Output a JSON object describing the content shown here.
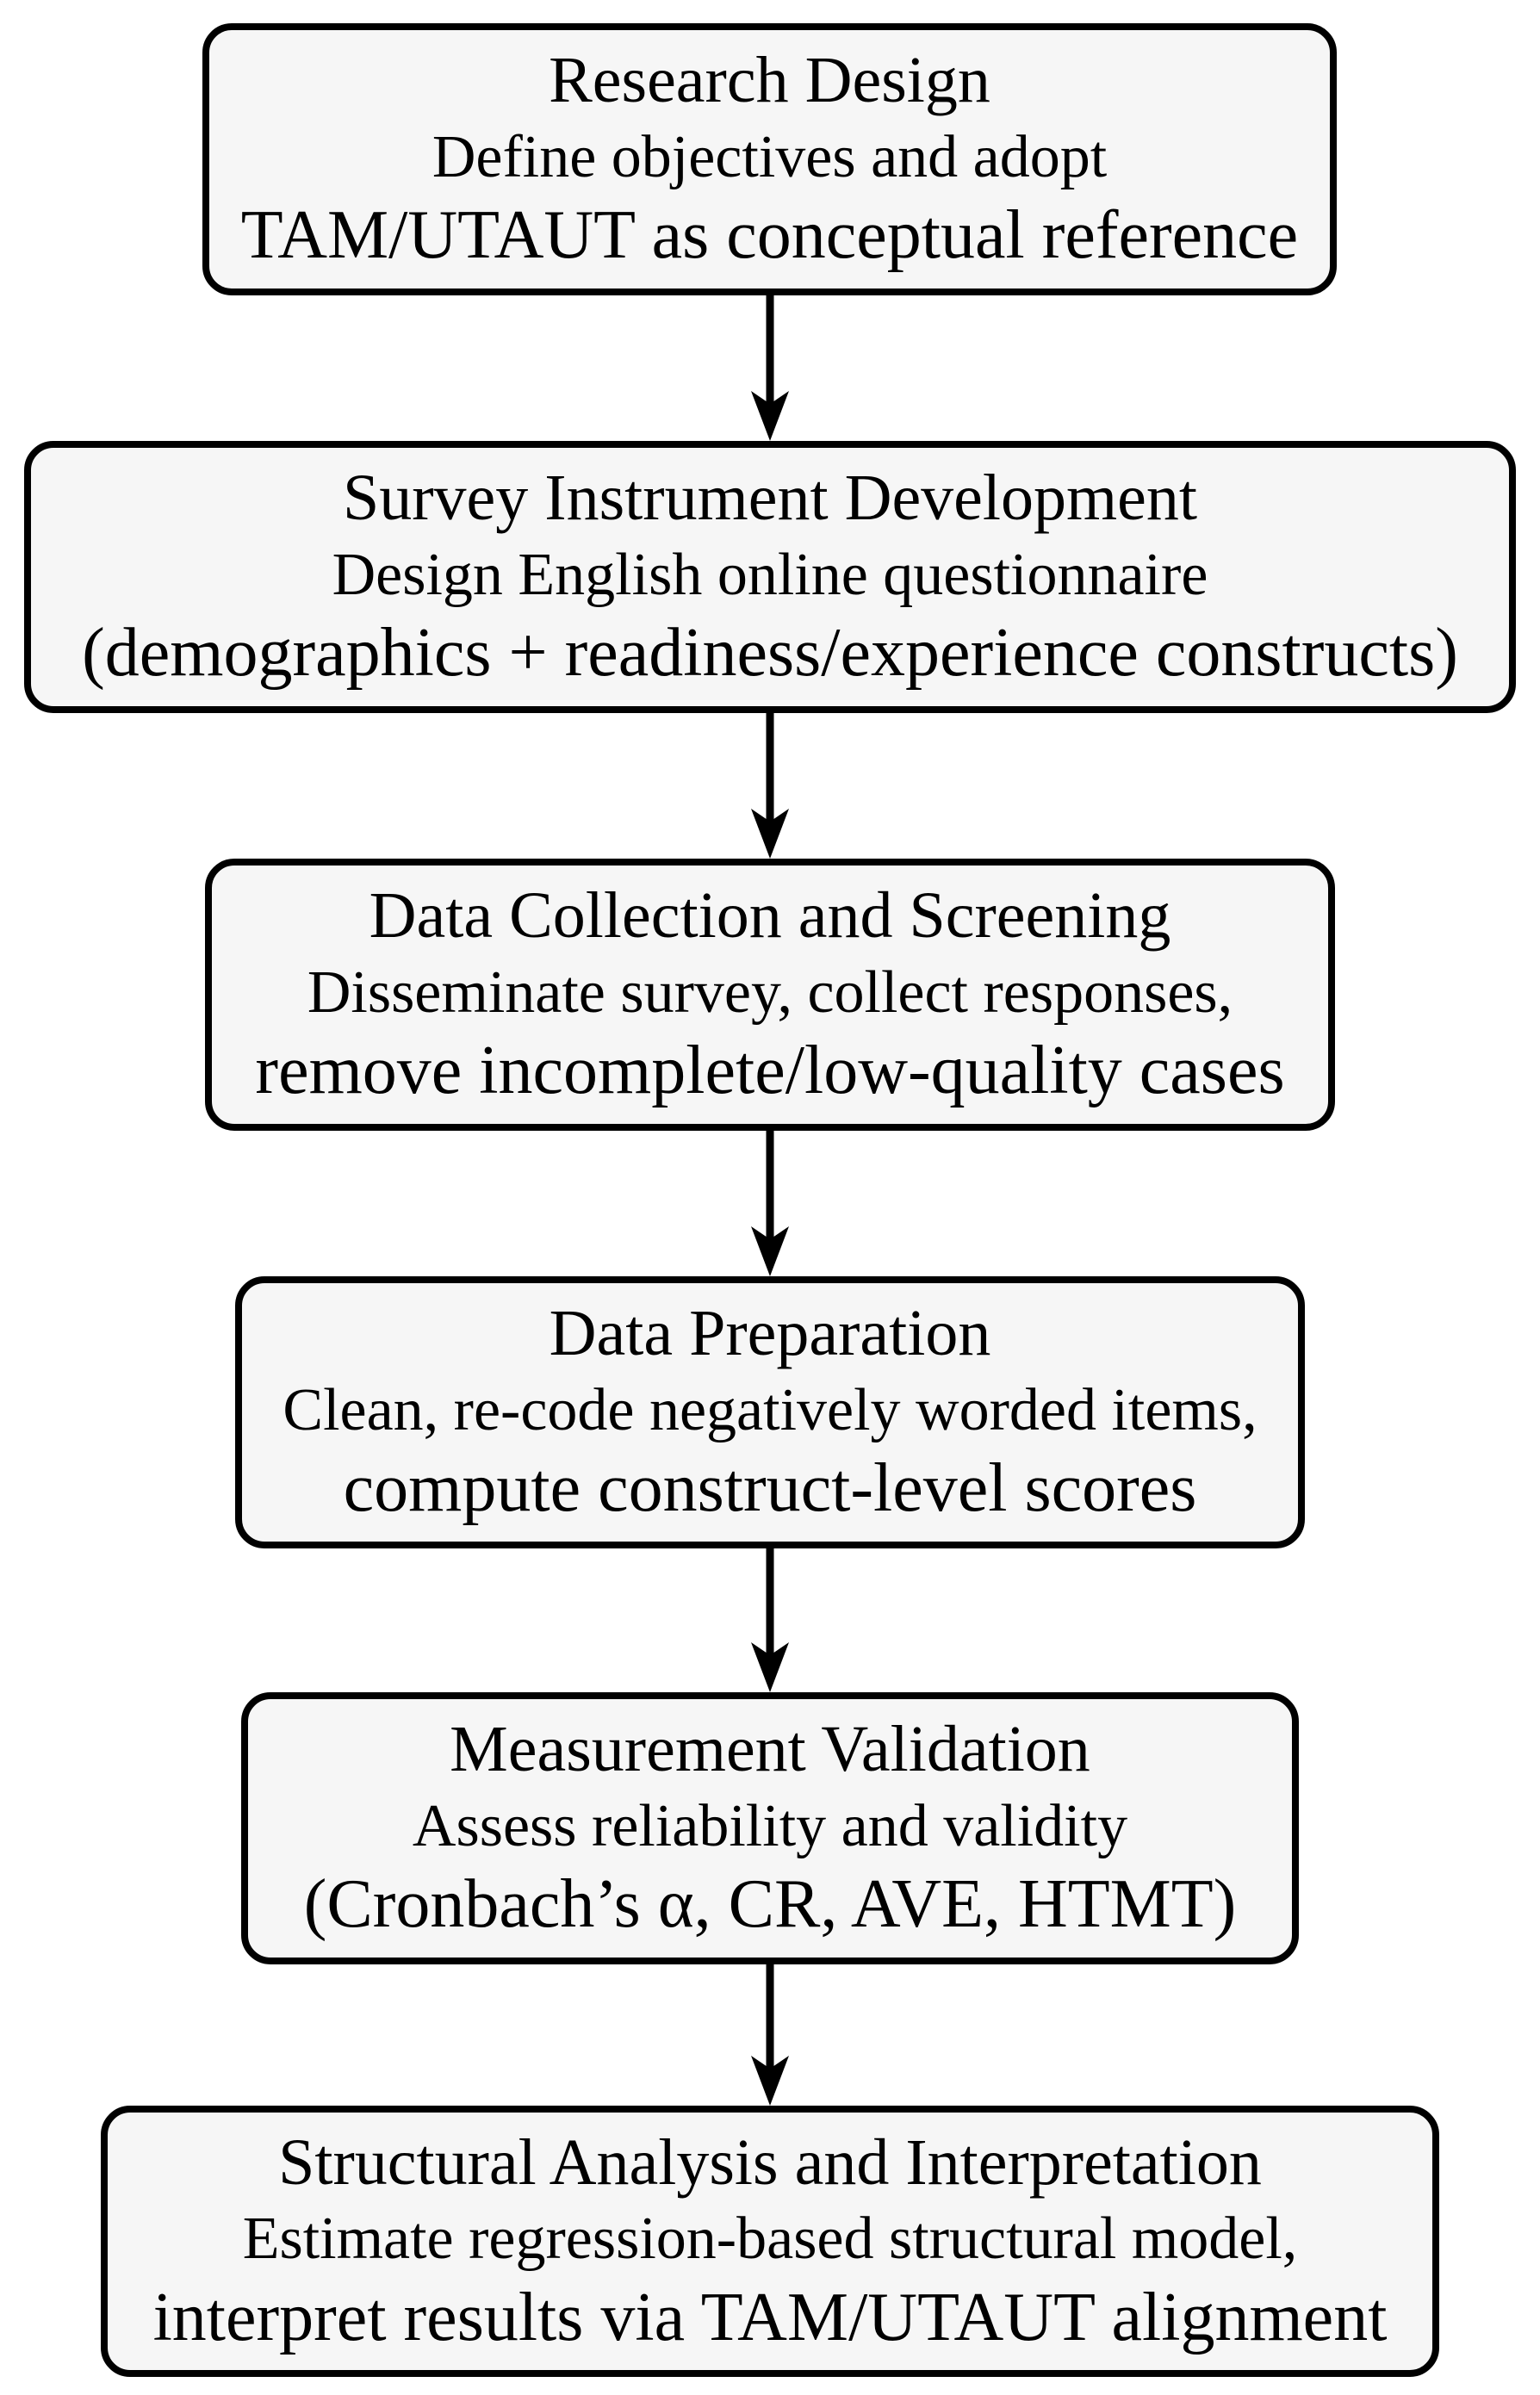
{
  "diagram": {
    "type": "flowchart",
    "direction": "top-to-bottom",
    "colors": {
      "background": "#ffffff",
      "box_fill": "#f6f6f6",
      "box_border": "#000000",
      "text": "#000000",
      "arrow": "#000000"
    },
    "steps": [
      {
        "title": "Research Design",
        "line2": "Define objectives and adopt",
        "line3": "TAM/UTAUT as conceptual reference"
      },
      {
        "title": "Survey Instrument Development",
        "line2": "Design English online questionnaire",
        "line3": "(demographics + readiness/experience constructs)"
      },
      {
        "title": "Data Collection and Screening",
        "line2": "Disseminate survey, collect responses,",
        "line3": "remove incomplete/low-quality cases"
      },
      {
        "title": "Data Preparation",
        "line2": "Clean, re-code negatively worded items,",
        "line3": "compute construct-level scores"
      },
      {
        "title": "Measurement Validation",
        "line2": "Assess reliability and validity",
        "line3": "(Cronbach’s α, CR, AVE, HTMT)"
      },
      {
        "title": "Structural Analysis and Interpretation",
        "line2": "Estimate regression-based structural model,",
        "line3": "interpret results via TAM/UTAUT alignment"
      }
    ]
  }
}
